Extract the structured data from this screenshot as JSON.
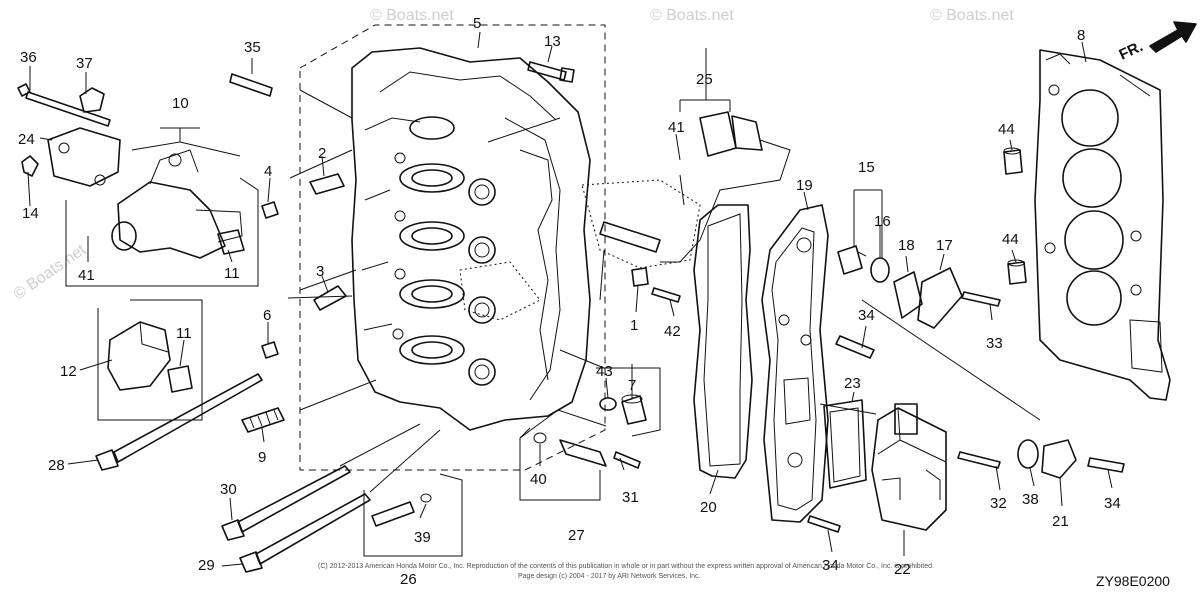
{
  "diagram": {
    "diagram_code": "ZY98E0200",
    "direction_marker": "FR.",
    "copyright_line_1": "(C) 2012-2013 American Honda Motor Co., Inc. Reproduction of the contents of this publication in whole or in part without the express written approval of American Honda Motor Co., Inc. is prohibited.",
    "copyright_line_2": "Page design (c) 2004 - 2017 by ARI Network Services, Inc.",
    "watermarks": [
      "© Boats.net",
      "© Boats.net",
      "© Boats.net",
      "© Boats.net"
    ]
  },
  "callouts": [
    {
      "num": "1"
    },
    {
      "num": "2"
    },
    {
      "num": "3"
    },
    {
      "num": "4"
    },
    {
      "num": "5"
    },
    {
      "num": "6"
    },
    {
      "num": "7"
    },
    {
      "num": "8"
    },
    {
      "num": "9"
    },
    {
      "num": "10"
    },
    {
      "num": "11"
    },
    {
      "num": "11"
    },
    {
      "num": "12"
    },
    {
      "num": "13"
    },
    {
      "num": "14"
    },
    {
      "num": "15"
    },
    {
      "num": "16"
    },
    {
      "num": "17"
    },
    {
      "num": "18"
    },
    {
      "num": "19"
    },
    {
      "num": "20"
    },
    {
      "num": "21"
    },
    {
      "num": "22"
    },
    {
      "num": "23"
    },
    {
      "num": "24"
    },
    {
      "num": "25"
    },
    {
      "num": "26"
    },
    {
      "num": "27"
    },
    {
      "num": "28"
    },
    {
      "num": "29"
    },
    {
      "num": "30"
    },
    {
      "num": "31"
    },
    {
      "num": "32"
    },
    {
      "num": "33"
    },
    {
      "num": "34"
    },
    {
      "num": "34"
    },
    {
      "num": "34"
    },
    {
      "num": "35"
    },
    {
      "num": "36"
    },
    {
      "num": "37"
    },
    {
      "num": "38"
    },
    {
      "num": "39"
    },
    {
      "num": "40"
    },
    {
      "num": "41"
    },
    {
      "num": "41"
    },
    {
      "num": "42"
    },
    {
      "num": "43"
    },
    {
      "num": "44"
    },
    {
      "num": "44"
    }
  ]
}
